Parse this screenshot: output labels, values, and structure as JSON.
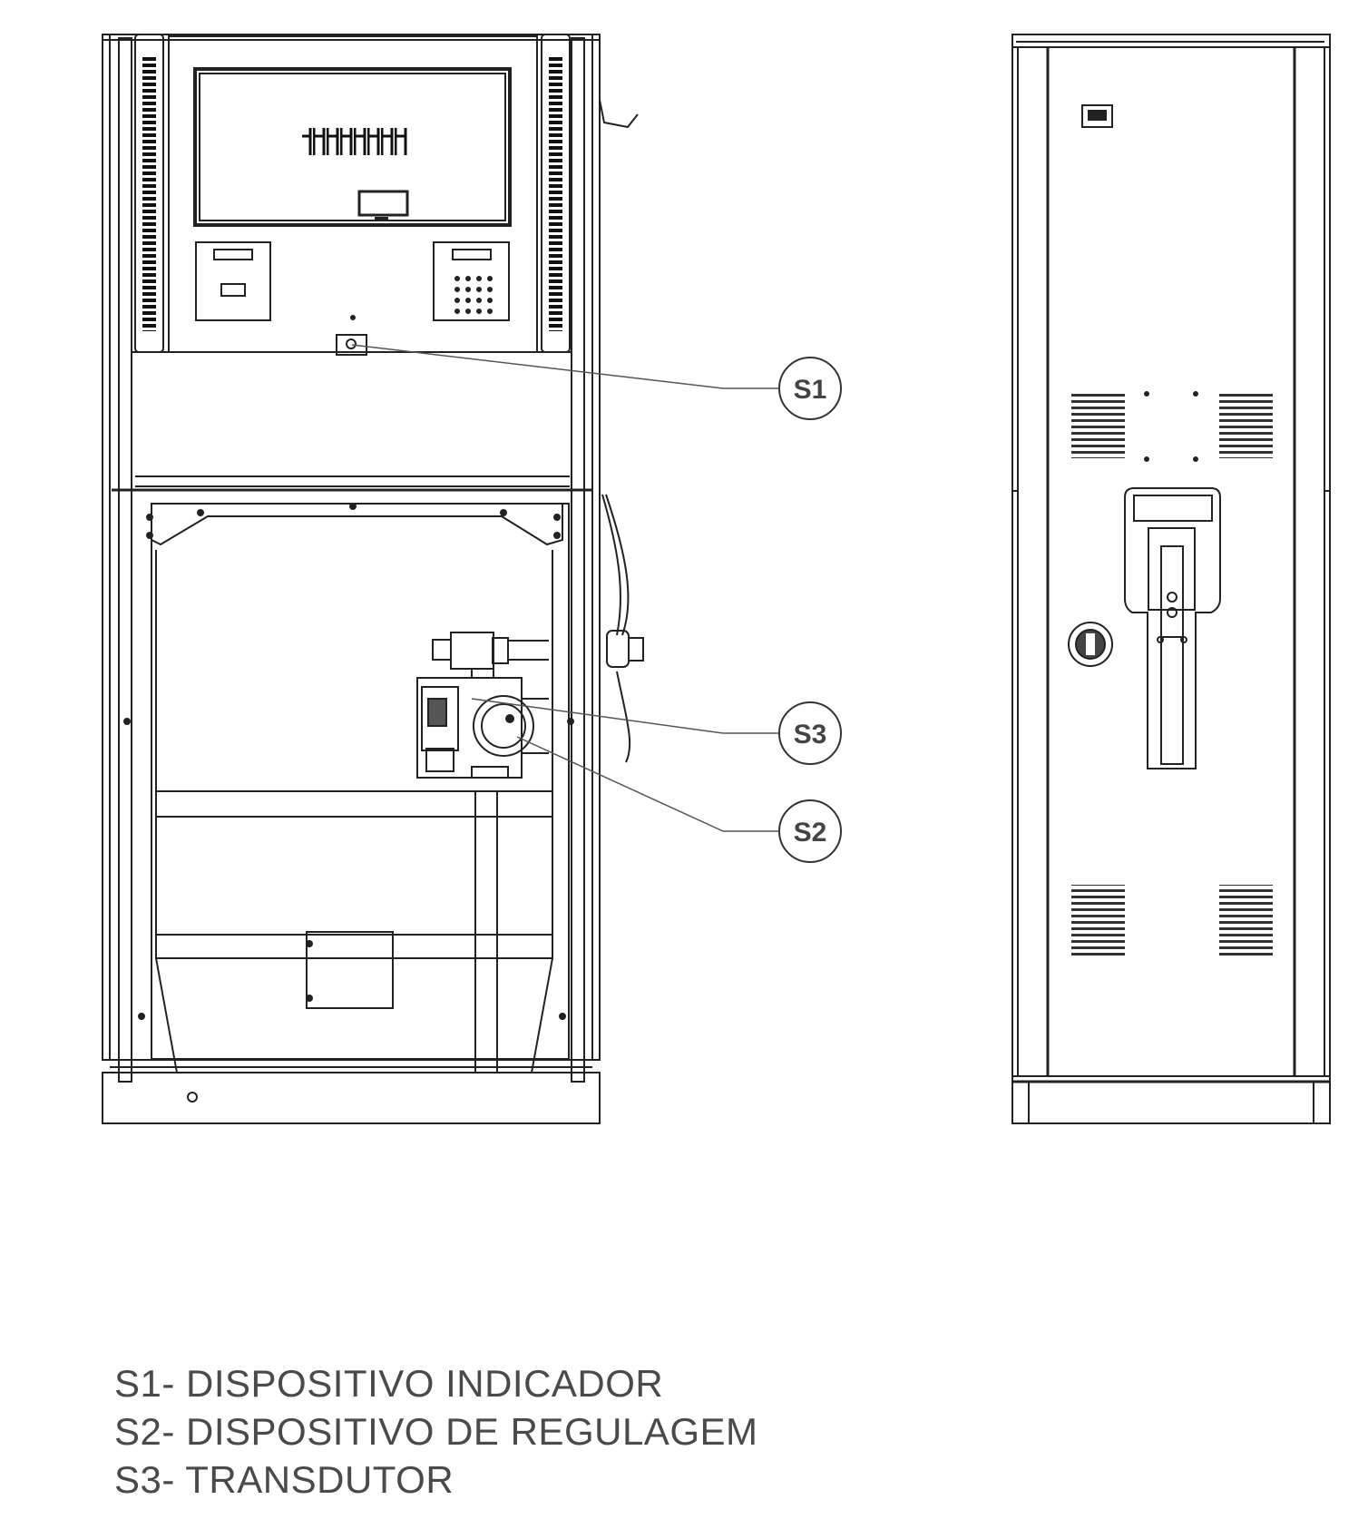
{
  "callouts": [
    {
      "id": "S1",
      "label": "S1"
    },
    {
      "id": "S2",
      "label": "S2"
    },
    {
      "id": "S3",
      "label": "S3"
    }
  ],
  "legend": [
    {
      "code": "S1-",
      "text": "DISPOSITIVO INDICADOR"
    },
    {
      "code": "S2-",
      "text": "DISPOSITIVO DE REGULAGEM"
    },
    {
      "code": "S3-",
      "text": "TRANSDUTOR"
    }
  ],
  "colors": {
    "line": "#222222",
    "leader": "#555555",
    "text": "#4a4a4a"
  }
}
